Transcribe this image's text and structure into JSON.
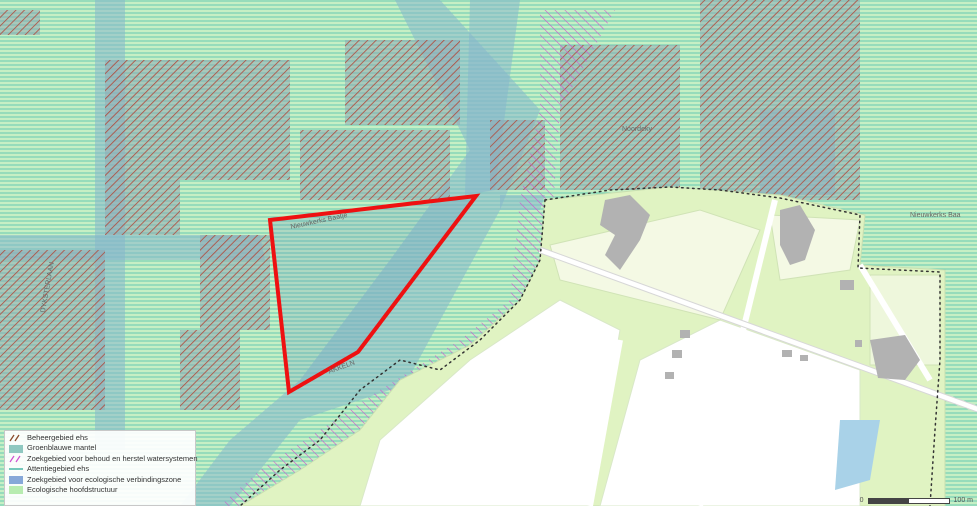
{
  "map": {
    "labels": {
      "street_tl": "...",
      "nieuwkerks_baatje": "Nieuwkerks Baatje",
      "nieuwkerks_baan": "Nieuwkerks Baa",
      "noorderly": "Noordeky",
      "akkeln": "AKKELN",
      "dyk_street": "DYKSTERLAAN"
    },
    "scale": {
      "left": "0",
      "right": "100 m"
    }
  },
  "legend": {
    "items": [
      {
        "label": "Beheergebied ehs",
        "symbol": "diagonal-hatch-brown",
        "color": "#b45a3c"
      },
      {
        "label": "Groenblauwe mantel",
        "symbol": "fill-teal",
        "color": "#8fc8c0"
      },
      {
        "label": "Zoekgebied voor behoud en herstel watersystemen",
        "symbol": "diagonal-hatch-magenta",
        "color": "#d040c0"
      },
      {
        "label": "Attentiegebied ehs",
        "symbol": "horizontal-line-teal",
        "color": "#3ab0a0"
      },
      {
        "label": "Zoekgebied voor ecologische verbindingszone",
        "symbol": "fill-blue",
        "color": "#86a8d8"
      },
      {
        "label": "Ecologische hoofdstructuur",
        "symbol": "fill-light-green",
        "color": "#b8ecb0"
      }
    ]
  },
  "colors": {
    "ehs_green": "#c8f0c4",
    "attention_lines": "#6ccfb8",
    "hatch_brown": "#b04a3a",
    "hatch_magenta": "#d050d0",
    "water_blue": "#8fb8d8",
    "parcel_light_green": "#dff2c0",
    "building_gray": "#b4b4b4",
    "outline_red": "#ee1111"
  }
}
